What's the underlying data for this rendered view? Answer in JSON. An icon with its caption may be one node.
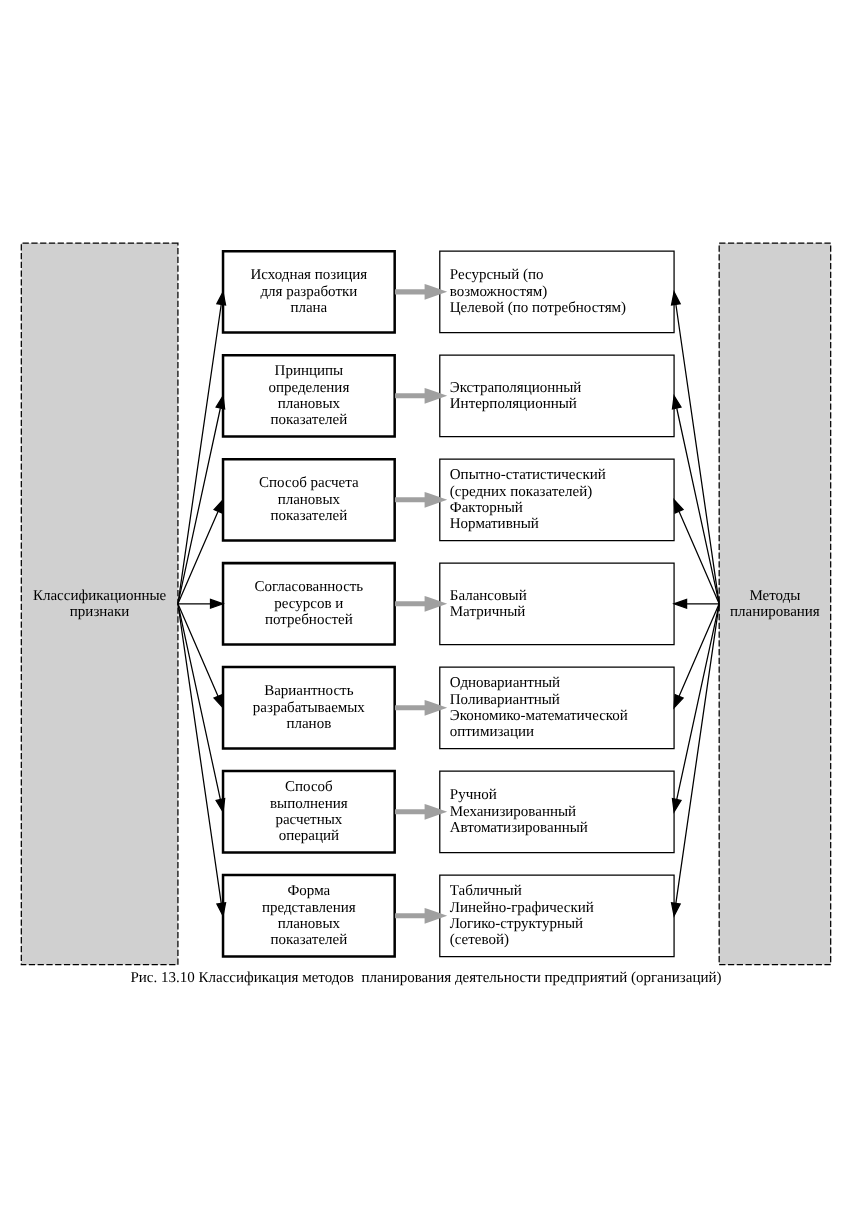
{
  "diagram": {
    "caption": "Рис. 13.10 Классификация методов  планирования деятельности предприятий (организаций)",
    "nodes": [
      {
        "text": [
          "Классификационные признаки"
        ]
      },
      {
        "text": [
          "Исходная позиция для разработки плана"
        ]
      },
      {
        "text": [
          "Принципы определения плановых показателей"
        ]
      },
      {
        "text": [
          "Способ расчета плановых показателей"
        ]
      },
      {
        "text": [
          "Согласованность ресурсов и потребностей"
        ]
      },
      {
        "text": [
          "Вариантность разрабатываемых планов"
        ]
      },
      {
        "text": [
          "Способ выполнения расчетных операций"
        ]
      },
      {
        "text": [
          "Форма представления плановых показателей"
        ]
      },
      {
        "text": [
          "Ресурсный (по возможностям)",
          "Целевой (по потребностям)"
        ]
      },
      {
        "text": [
          "Экстраполяционный",
          "Интерполяционный"
        ]
      },
      {
        "text": [
          "Опытно-статистический (средних показателей)",
          "Факторный",
          "Нормативный"
        ]
      },
      {
        "text": [
          "Балансовый",
          "Матричный"
        ]
      },
      {
        "text": [
          "Одновариантный",
          "Поливариантный",
          "Экономико-математической оптимизации"
        ]
      },
      {
        "text": [
          "Ручной",
          "Механизированный",
          "Автоматизированный"
        ]
      },
      {
        "text": [
          "Табличный",
          "Линейно-графический",
          "Логико-структурный (сетевой)"
        ]
      },
      {
        "text": [
          "Методы планирования"
        ]
      }
    ],
    "edges": [
      {
        "from": 0,
        "to": 1,
        "arrow": "to"
      },
      {
        "from": 0,
        "to": 2,
        "arrow": "to"
      },
      {
        "from": 0,
        "to": 3,
        "arrow": "to"
      },
      {
        "from": 0,
        "to": 4,
        "arrow": "to"
      },
      {
        "from": 0,
        "to": 5,
        "arrow": "to"
      },
      {
        "from": 0,
        "to": 6,
        "arrow": "to"
      },
      {
        "from": 0,
        "to": 7,
        "arrow": "to"
      },
      {
        "from": 1,
        "to": 8,
        "arrow": "to",
        "style": "thick",
        "color": "#a0a0a0"
      },
      {
        "from": 2,
        "to": 9,
        "arrow": "to",
        "style": "thick",
        "color": "#a0a0a0"
      },
      {
        "from": 3,
        "to": 10,
        "arrow": "to",
        "style": "thick",
        "color": "#a0a0a0"
      },
      {
        "from": 4,
        "to": 11,
        "arrow": "to",
        "style": "thick",
        "color": "#a0a0a0"
      },
      {
        "from": 5,
        "to": 12,
        "arrow": "to",
        "style": "thick",
        "color": "#a0a0a0"
      },
      {
        "from": 6,
        "to": 13,
        "arrow": "to",
        "style": "thick",
        "color": "#a0a0a0"
      },
      {
        "from": 7,
        "to": 14,
        "arrow": "to",
        "style": "thick",
        "color": "#a0a0a0"
      },
      {
        "from": 15,
        "to": 8,
        "arrow": "to"
      },
      {
        "from": 15,
        "to": 9,
        "arrow": "to"
      },
      {
        "from": 15,
        "to": 10,
        "arrow": "to"
      },
      {
        "from": 15,
        "to": 11,
        "arrow": "to"
      },
      {
        "from": 15,
        "to": 12,
        "arrow": "to"
      },
      {
        "from": 15,
        "to": 13,
        "arrow": "to"
      },
      {
        "from": 15,
        "to": 14,
        "arrow": "to"
      }
    ]
  }
}
